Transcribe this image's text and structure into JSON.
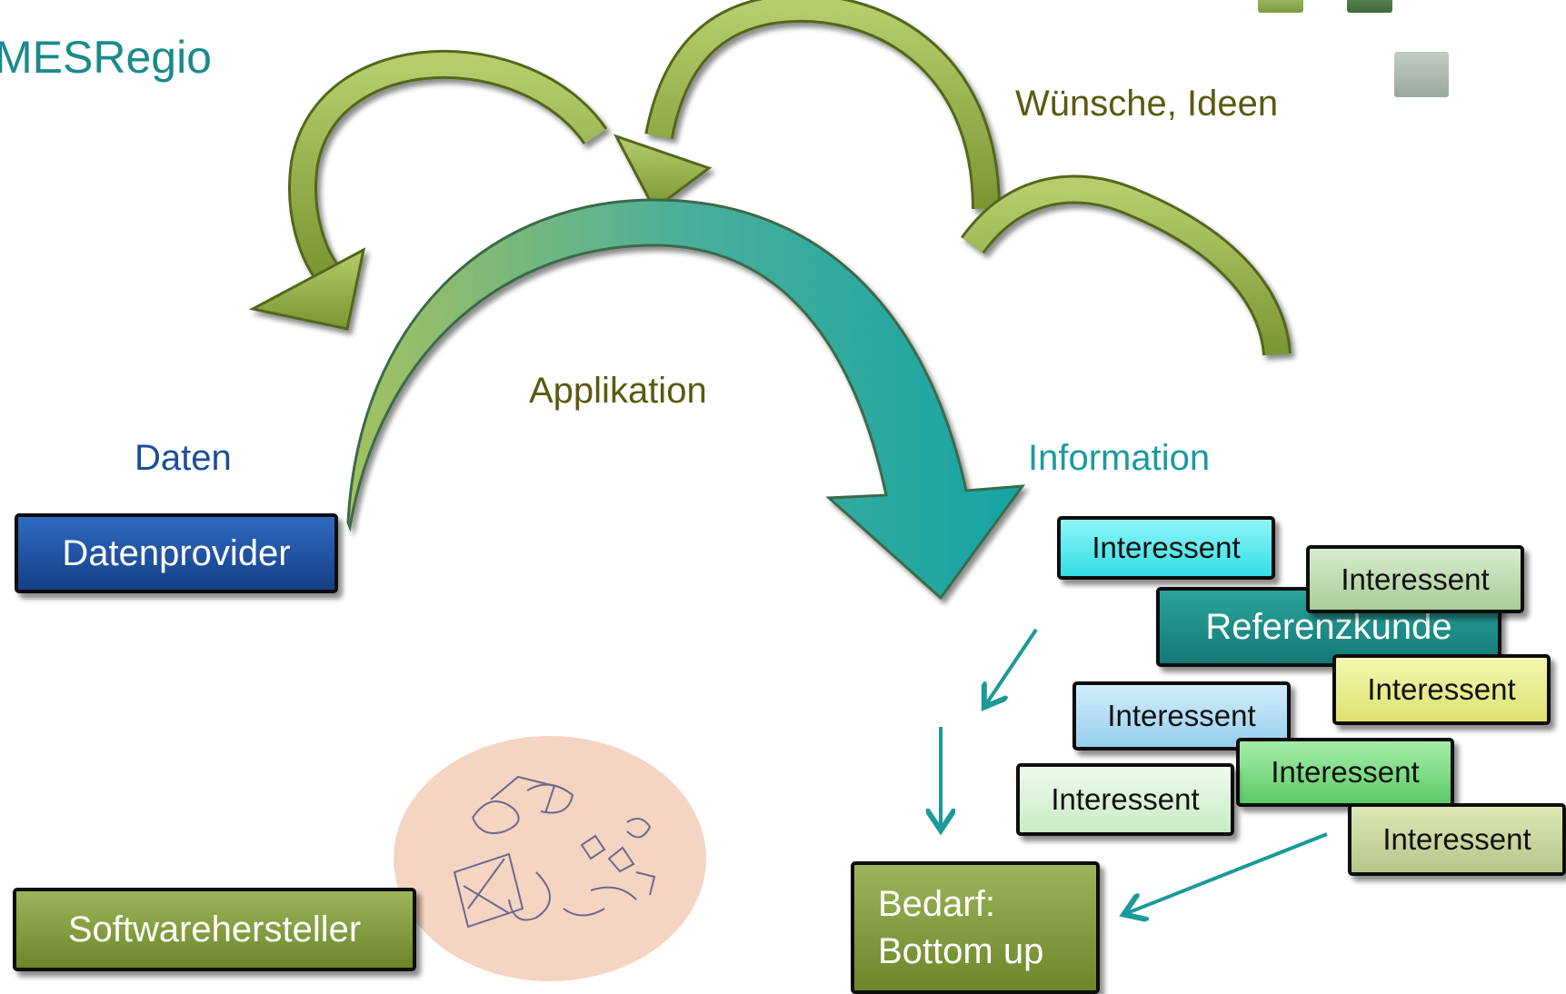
{
  "title": "MESRegio",
  "labels": {
    "wuensche": "Wünsche, Ideen",
    "applikation": "Applikation",
    "daten": "Daten",
    "information": "Information"
  },
  "boxes": {
    "datenprovider": "Datenprovider",
    "softwarehersteller": "Softwarehersteller",
    "referenzkunde": "Referenzkunde",
    "bedarf": "Bedarf:\nBottom up"
  },
  "interessenten": [
    {
      "label": "Interessent",
      "color": "#4ee8f0"
    },
    {
      "label": "Interessent",
      "color": "#b4d6a4"
    },
    {
      "label": "Interessent",
      "color": "#e4eb7e"
    },
    {
      "label": "Interessent",
      "color": "#a9daf4"
    },
    {
      "label": "Interessent",
      "color": "#6fd57a"
    },
    {
      "label": "Interessent",
      "color": "#d3f1d0"
    },
    {
      "label": "Interessent",
      "color": "#c2cf98"
    }
  ],
  "colors": {
    "title": "#1a8a8c",
    "labels_olive": "#5a5a10",
    "daten_blue": "#1a4e9a",
    "information_teal": "#1a9aa0",
    "arrow_olive": "#9ab549",
    "arrow_teal": "#1aa8a8",
    "datenprovider": "#1c4f9c",
    "softwarehersteller": "#86a03a",
    "referenzkunde": "#1a8c86",
    "bedarf": "#86a03a",
    "connector_teal": "#1a9a98"
  }
}
